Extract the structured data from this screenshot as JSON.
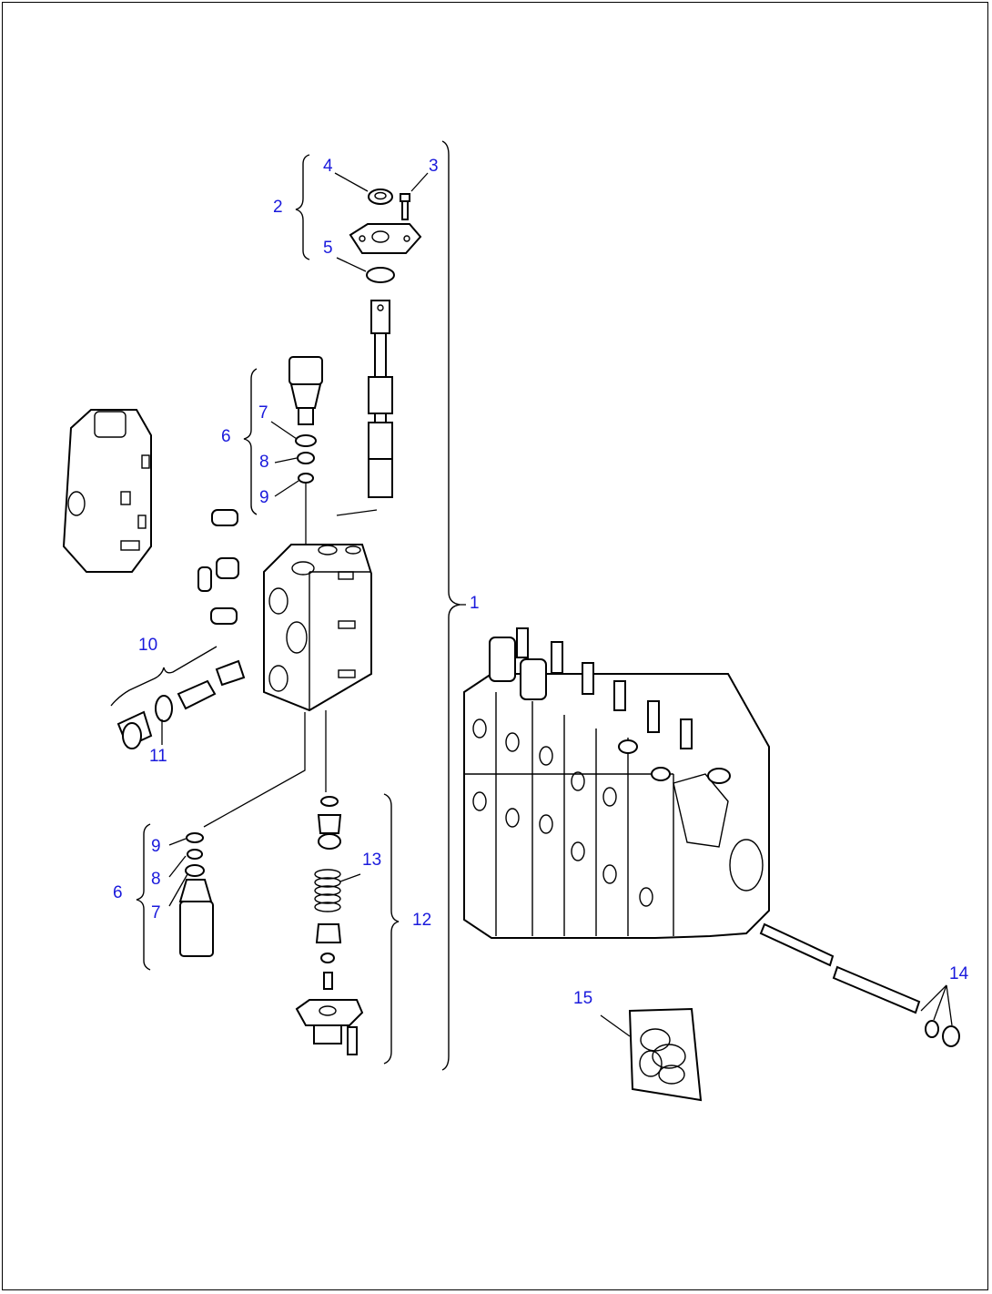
{
  "diagram": {
    "callout_color": "#1a1adc",
    "callouts": {
      "c1": "1",
      "c2": "2",
      "c3": "3",
      "c4": "4",
      "c5": "5",
      "c6_upper": "6",
      "c7_upper": "7",
      "c8_upper": "8",
      "c9_upper": "9",
      "c10": "10",
      "c11": "11",
      "c12": "12",
      "c13": "13",
      "c14": "14",
      "c15": "15",
      "c6_lower": "6",
      "c7_lower": "7",
      "c8_lower": "8",
      "c9_lower": "9"
    }
  }
}
